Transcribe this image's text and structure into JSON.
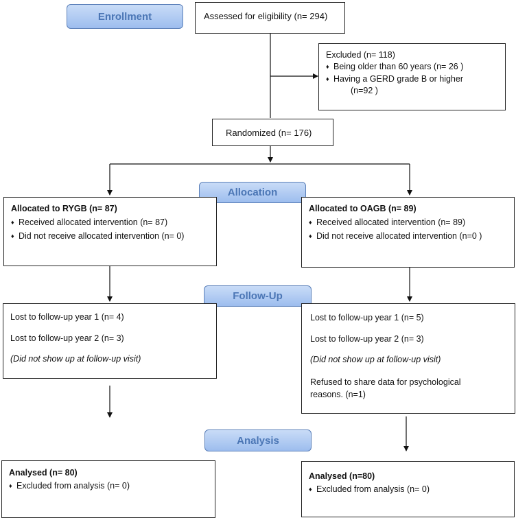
{
  "stages": {
    "enrollment": "Enrollment",
    "allocation": "Allocation",
    "followup": "Follow-Up",
    "analysis": "Analysis"
  },
  "assessed": "Assessed for eligibility (n= 294)",
  "excluded": {
    "title": "Excluded (n= 118)",
    "items": [
      "Being older than 60 years (n= 26 )",
      "Having a GERD grade B or higher"
    ],
    "cont": "(n=92  )"
  },
  "randomized": "Randomized (n= 176)",
  "left": {
    "allocation": {
      "title": "Allocated to RYGB (n= 87)",
      "items": [
        "Received allocated intervention (n= 87)",
        "Did not receive allocated intervention (n= 0)"
      ]
    },
    "followup": {
      "line1": "Lost to follow-up year 1 (n= 4)",
      "line2": "Lost to follow-up year 2 (n= 3)",
      "note": "(Did not show up at follow-up visit)"
    },
    "analysis": {
      "title": "Analysed (n= 80)",
      "items": [
        "Excluded from analysis (n= 0)"
      ]
    }
  },
  "right": {
    "allocation": {
      "title": "Allocated to OAGB (n= 89)",
      "items": [
        "Received allocated intervention (n= 89)",
        "Did not receive allocated intervention (n=0  )"
      ]
    },
    "followup": {
      "line1": "Lost to follow-up year 1 (n= 5)",
      "line2": "Lost to follow-up year 2 (n= 3)",
      "note": "(Did not show up at follow-up visit)",
      "extra": "Refused to share data for psychological reasons. (n=1)"
    },
    "analysis": {
      "title": "Analysed (n=80)",
      "items": [
        "Excluded from analysis (n= 0)"
      ]
    }
  },
  "bullet": "♦"
}
